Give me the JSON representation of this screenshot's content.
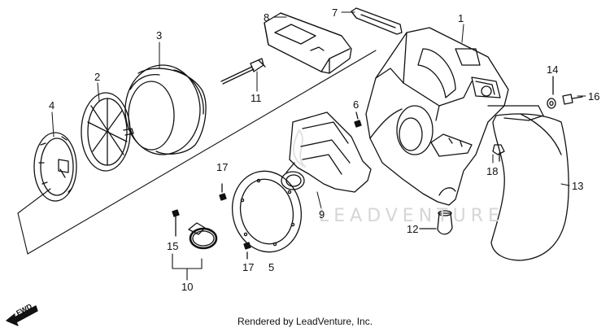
{
  "diagram": {
    "callouts": {
      "c1": "1",
      "c2": "2",
      "c3": "3",
      "c4": "4",
      "c5": "5",
      "c6": "6",
      "c7": "7",
      "c8": "8",
      "c9": "9",
      "c10": "10",
      "c11": "11",
      "c12": "12",
      "c13": "13",
      "c14": "14",
      "c15": "15",
      "c16": "16",
      "c17a": "17",
      "c17b": "17",
      "c18": "18"
    },
    "fwd_label": "FWD",
    "watermark": "LEADVENTURE",
    "footer": "Rendered by LeadVenture, Inc.",
    "colors": {
      "ink": "#111111",
      "watermark": "#d6d6d6",
      "background": "#ffffff"
    }
  }
}
